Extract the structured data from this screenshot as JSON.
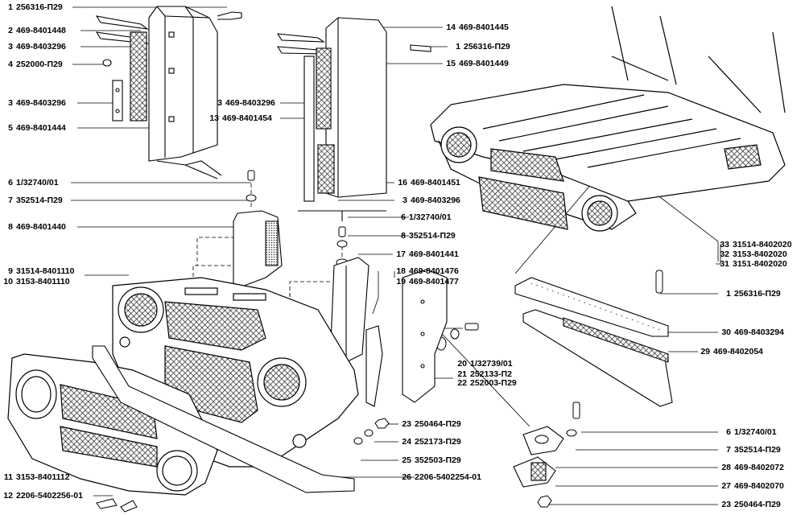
{
  "labels": [
    {
      "id": "L1",
      "num": "1",
      "part": "256316-П29"
    },
    {
      "id": "L2",
      "num": "2",
      "part": "469-8401448"
    },
    {
      "id": "L3",
      "num": "3",
      "part": "469-8403296"
    },
    {
      "id": "L4",
      "num": "4",
      "part": "252000-П29"
    },
    {
      "id": "L5",
      "num": "3",
      "part": "469-8403296"
    },
    {
      "id": "L6",
      "num": "5",
      "part": "469-8401444"
    },
    {
      "id": "L7",
      "num": "6",
      "part": "1/32740/01"
    },
    {
      "id": "L8",
      "num": "7",
      "part": "352514-П29"
    },
    {
      "id": "L9",
      "num": "8",
      "part": "469-8401440"
    },
    {
      "id": "L10",
      "num": "9",
      "part": "31514-8401110"
    },
    {
      "id": "L11",
      "num": "10",
      "part": "3153-8401110"
    },
    {
      "id": "L12",
      "num": "11",
      "part": "3153-8401112"
    },
    {
      "id": "L13",
      "num": "12",
      "part": "2206-5402256-01"
    },
    {
      "id": "L14",
      "num": "3",
      "part": "469-8403296"
    },
    {
      "id": "L15",
      "num": "13",
      "part": "469-8401454"
    },
    {
      "id": "L16",
      "num": "14",
      "part": "469-8401445"
    },
    {
      "id": "L17",
      "num": "1",
      "part": "256316-П29"
    },
    {
      "id": "L18",
      "num": "15",
      "part": "469-8401449"
    },
    {
      "id": "L19",
      "num": "16",
      "part": "469-8401451"
    },
    {
      "id": "L20",
      "num": "3",
      "part": "469-8403296"
    },
    {
      "id": "L21",
      "num": "6",
      "part": "1/32740/01"
    },
    {
      "id": "L22",
      "num": "8",
      "part": "352514-П29"
    },
    {
      "id": "L23",
      "num": "17",
      "part": "469-8401441"
    },
    {
      "id": "L24",
      "num": "18",
      "part": "469-8401476"
    },
    {
      "id": "L25",
      "num": "19",
      "part": "469-8401477"
    },
    {
      "id": "L26",
      "num": "20",
      "part": "1/32739/01"
    },
    {
      "id": "L27",
      "num": "21",
      "part": "252133-П2"
    },
    {
      "id": "L28",
      "num": "22",
      "part": "252003-П29"
    },
    {
      "id": "L29",
      "num": "23",
      "part": "250464-П29"
    },
    {
      "id": "L30",
      "num": "24",
      "part": "252173-П29"
    },
    {
      "id": "L31",
      "num": "25",
      "part": "352503-П29"
    },
    {
      "id": "L32",
      "num": "26",
      "part": "2206-5402254-01"
    },
    {
      "id": "L33",
      "num": "33",
      "part": "31514-8402020"
    },
    {
      "id": "L34",
      "num": "32",
      "part": "3153-8402020"
    },
    {
      "id": "L35",
      "num": "31",
      "part": "3151-8402020"
    },
    {
      "id": "L36",
      "num": "1",
      "part": "256316-П29"
    },
    {
      "id": "L37",
      "num": "30",
      "part": "469-8403294"
    },
    {
      "id": "L38",
      "num": "29",
      "part": "469-8402054"
    },
    {
      "id": "L39",
      "num": "6",
      "part": "1/32740/01"
    },
    {
      "id": "L40",
      "num": "7",
      "part": "352514-П29"
    },
    {
      "id": "L41",
      "num": "28",
      "part": "469-8402072"
    },
    {
      "id": "L42",
      "num": "27",
      "part": "469-8402070"
    },
    {
      "id": "L43",
      "num": "23",
      "part": "250464-П29"
    }
  ]
}
